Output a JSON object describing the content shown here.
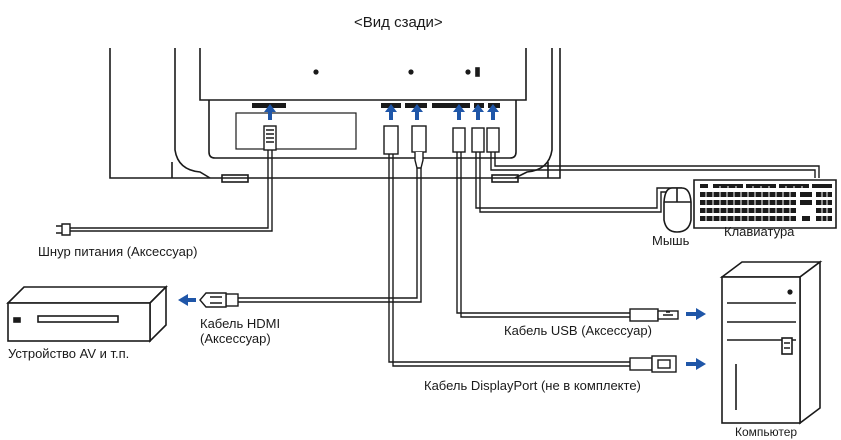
{
  "title": "<Вид сзади>",
  "labels": {
    "power_cord": "Шнур питания (Аксессуар)",
    "hdmi_cable": "Кабель HDMI",
    "hdmi_cable_note": "(Аксессуар)",
    "av_device": "Устройство AV и т.п.",
    "usb_cable": "Кабель USB (Аксессуар)",
    "displayport_cable": "Кабель DisplayPort (не в комплекте)",
    "mouse": "Мышь",
    "keyboard": "Клавиатура",
    "computer": "Компьютер"
  },
  "colors": {
    "line": "#1a1a1a",
    "arrow": "#1f56a8"
  }
}
